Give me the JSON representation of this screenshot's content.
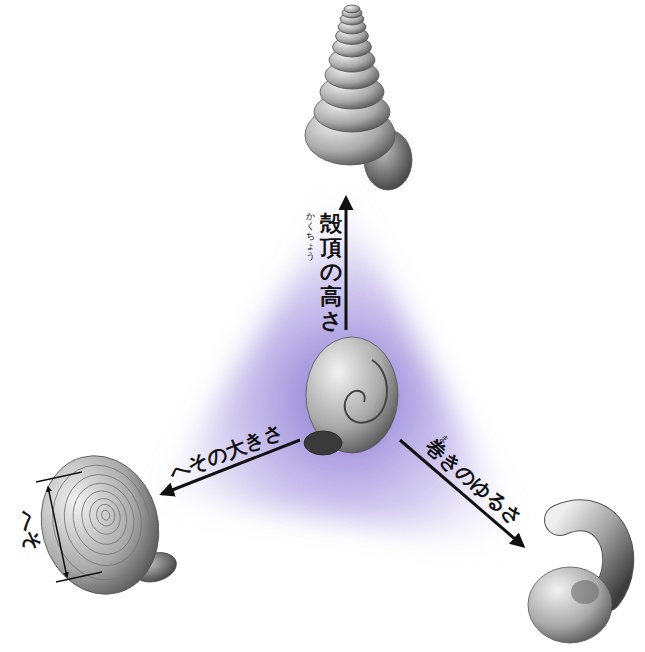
{
  "diagram": {
    "labels": [
      "殻頂の高さ",
      "かくちょう",
      "へその大きさ",
      "巻きのゆるさ",
      "ま",
      "へそ"
    ]
  }
}
